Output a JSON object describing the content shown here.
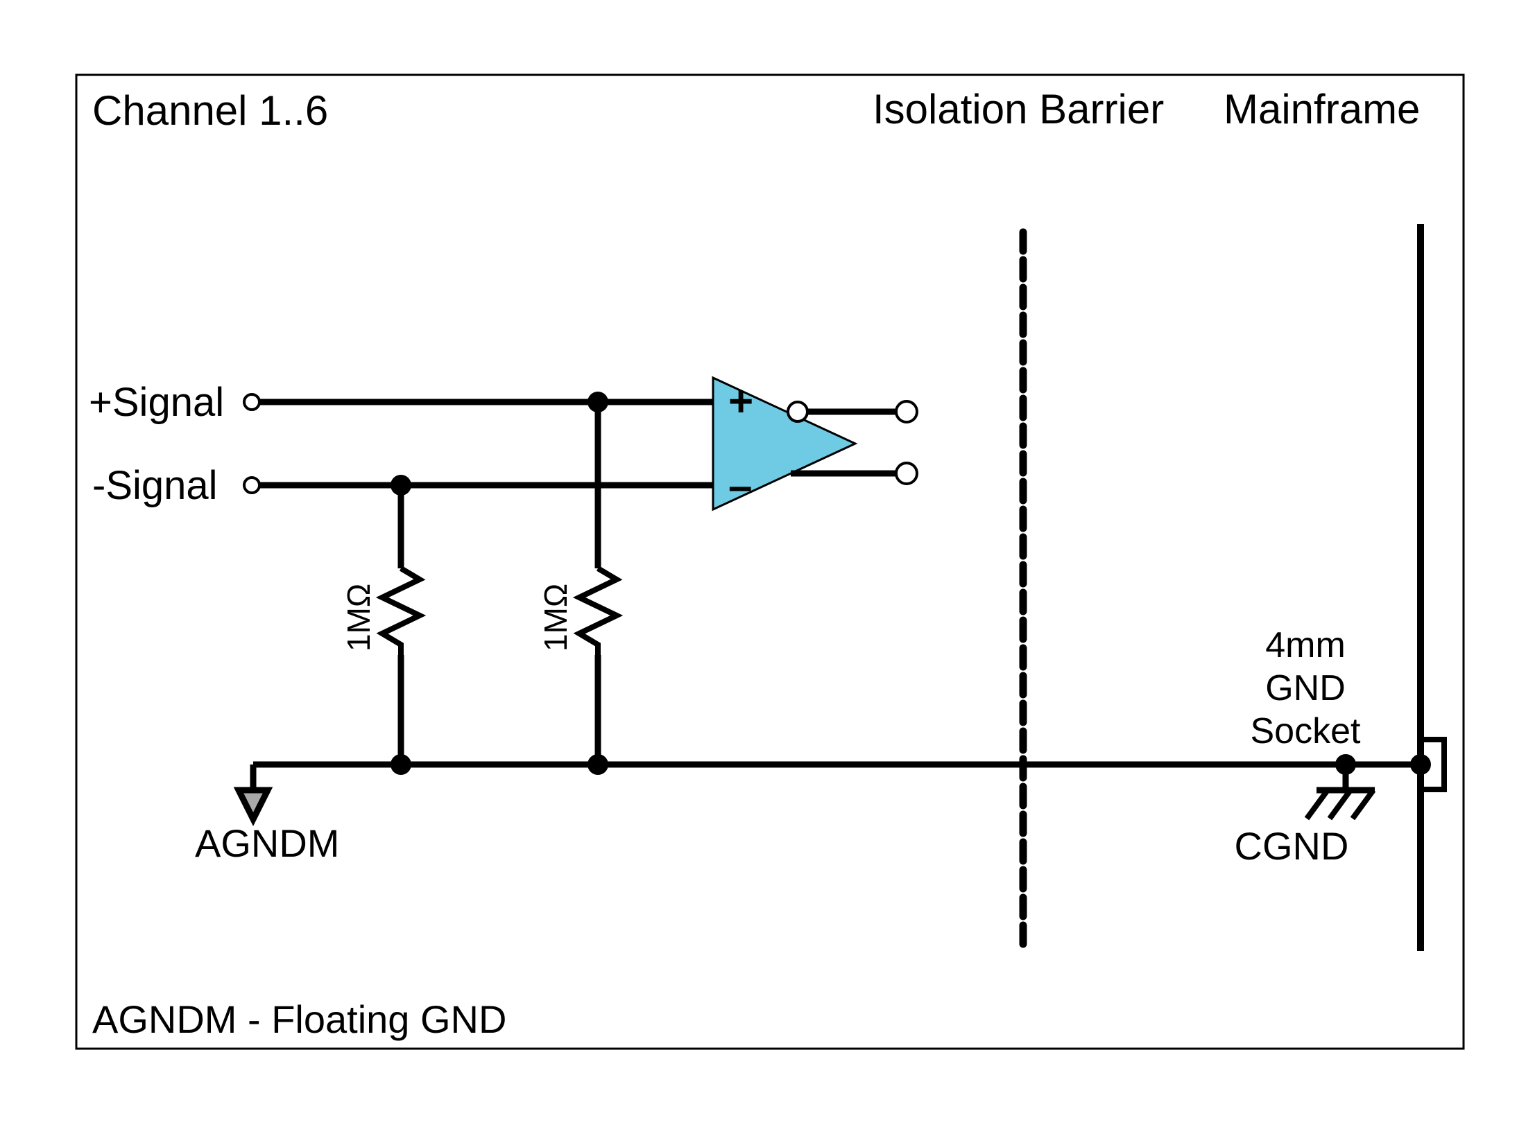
{
  "diagram": {
    "title_left": "Channel 1..6",
    "title_barrier": "Isolation Barrier",
    "title_mainframe": "Mainframe",
    "caption": "AGNDM - Floating GND",
    "colors": {
      "amplifier_fill": "#6FCBE4",
      "amplifier_stroke": "#000000",
      "wire": "#000000",
      "agndm_marker_fill": "#A9A9A9",
      "background": "#FFFFFF"
    },
    "labels": {
      "plus_signal": "+Signal",
      "minus_signal": "-Signal",
      "resistor_1": "1MΩ",
      "resistor_2": "1MΩ",
      "agndm": "AGNDM",
      "cgnd": "CGND",
      "socket_line_1": "4mm",
      "socket_line_2": "GND",
      "socket_line_3": "Socket",
      "amp_plus": "+",
      "amp_minus": "–"
    },
    "components": {
      "amplifier": "isolation-amplifier-triangle",
      "resistor_1_value": "1MΩ",
      "resistor_2_value": "1MΩ",
      "ground_floating": "AGNDM",
      "ground_chassis": "CGND",
      "isolation_barrier": "dashed-vertical-line",
      "mainframe_boundary": "solid-vertical-line",
      "gnd_socket": "4mm GND Socket"
    }
  }
}
